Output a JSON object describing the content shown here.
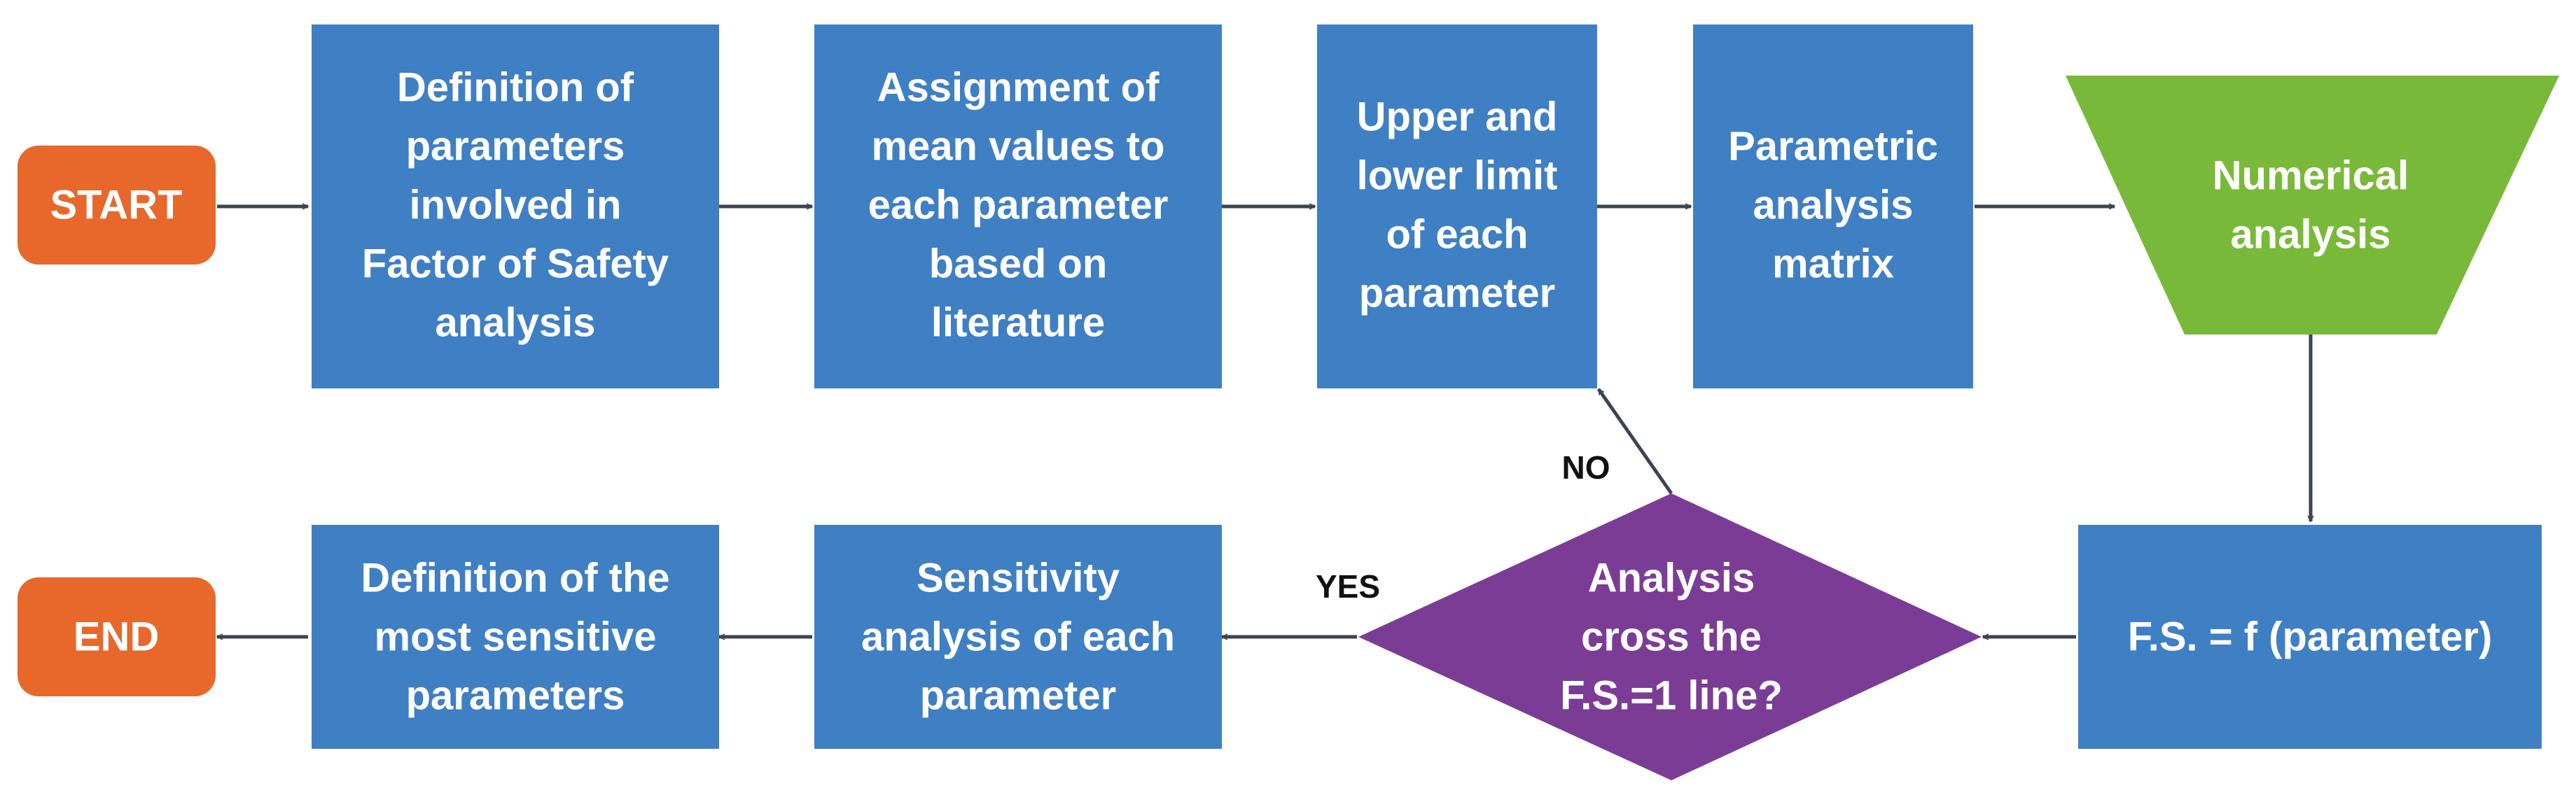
{
  "colors": {
    "terminal": "#e8672a",
    "process": "#3f7fc3",
    "numerical": "#79b93a",
    "decision": "#7b3c96",
    "arrow": "#3a4550"
  },
  "nodes": {
    "start": {
      "text": [
        "START"
      ]
    },
    "definition": {
      "text": [
        "Definition of",
        "parameters",
        "involved in",
        "Factor of Safety",
        "analysis"
      ]
    },
    "assignment": {
      "text": [
        "Assignment of",
        "mean values to",
        "each parameter",
        "based on",
        "literature"
      ]
    },
    "limits": {
      "text": [
        "Upper and",
        "lower limit",
        "of each",
        "parameter"
      ]
    },
    "matrix": {
      "text": [
        "Parametric",
        "analysis",
        "matrix"
      ]
    },
    "numerical": {
      "text": [
        "Numerical",
        "analysis"
      ]
    },
    "fs": {
      "text": [
        "F.S. = f (parameter)"
      ]
    },
    "decision": {
      "text": [
        "Analysis",
        "cross the",
        "F.S.=1 line?"
      ]
    },
    "sensitivity": {
      "text": [
        "Sensitivity",
        "analysis of each",
        "parameter"
      ]
    },
    "most_sensitive": {
      "text": [
        "Definition of the",
        "most sensitive",
        "parameters"
      ]
    },
    "end": {
      "text": [
        "END"
      ]
    }
  },
  "edge_labels": {
    "no": "NO",
    "yes": "YES"
  }
}
